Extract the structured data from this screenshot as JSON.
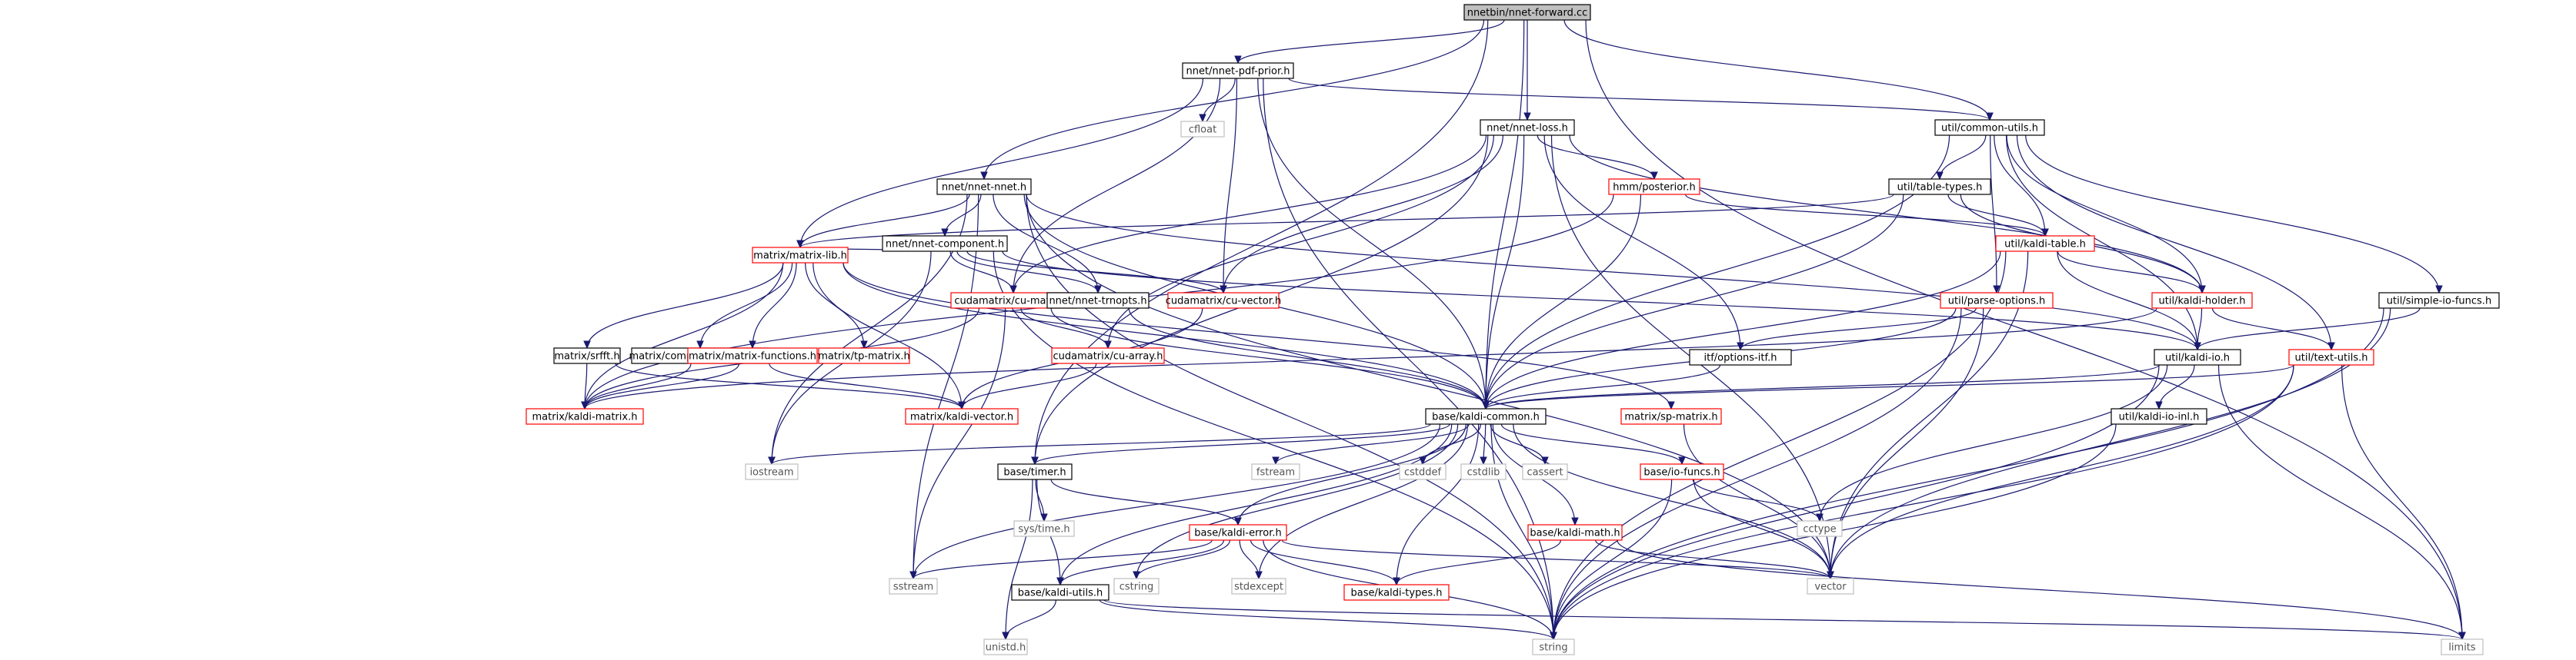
{
  "colors": {
    "edge": "#191970",
    "root_fill": "#bfbfbf",
    "doc_border": "#000000",
    "undoc_border": "#ff0000",
    "system_border": "#bfbfbf",
    "background": "#ffffff"
  },
  "nodes": [
    {
      "id": "root",
      "label": "nnetbin/nnet-forward.cc",
      "kind": "root"
    },
    {
      "id": "pdfprior",
      "label": "nnet/nnet-pdf-prior.h",
      "kind": "blk"
    },
    {
      "id": "commonutils",
      "label": "util/common-utils.h",
      "kind": "blk"
    },
    {
      "id": "nnetloss",
      "label": "nnet/nnet-loss.h",
      "kind": "blk"
    },
    {
      "id": "nnetnnet",
      "label": "nnet/nnet-nnet.h",
      "kind": "blk"
    },
    {
      "id": "cfloat",
      "label": "cfloat",
      "kind": "sys"
    },
    {
      "id": "posterior",
      "label": "hmm/posterior.h",
      "kind": "red"
    },
    {
      "id": "tabletypes",
      "label": "util/table-types.h",
      "kind": "blk"
    },
    {
      "id": "component",
      "label": "nnet/nnet-component.h",
      "kind": "blk"
    },
    {
      "id": "kalditable",
      "label": "util/kaldi-table.h",
      "kind": "red"
    },
    {
      "id": "matrixlib",
      "label": "matrix/matrix-lib.h",
      "kind": "red"
    },
    {
      "id": "cumatrix",
      "label": "cudamatrix/cu-matrix.h",
      "kind": "red"
    },
    {
      "id": "trnopts",
      "label": "nnet/nnet-trnopts.h",
      "kind": "blk"
    },
    {
      "id": "cuvector",
      "label": "cudamatrix/cu-vector.h",
      "kind": "red"
    },
    {
      "id": "parseoptions",
      "label": "util/parse-options.h",
      "kind": "red"
    },
    {
      "id": "kaldiholder",
      "label": "util/kaldi-holder.h",
      "kind": "red"
    },
    {
      "id": "simpleio",
      "label": "util/simple-io-funcs.h",
      "kind": "blk"
    },
    {
      "id": "compressed",
      "label": "matrix/compressed-matrix.h",
      "kind": "blk"
    },
    {
      "id": "srfft",
      "label": "matrix/srfft.h",
      "kind": "blk"
    },
    {
      "id": "matrixfunctions",
      "label": "matrix/matrix-functions.h",
      "kind": "red"
    },
    {
      "id": "tpmatrix",
      "label": "matrix/tp-matrix.h",
      "kind": "red"
    },
    {
      "id": "cuarray",
      "label": "cudamatrix/cu-array.h",
      "kind": "red"
    },
    {
      "id": "optionsitf",
      "label": "itf/options-itf.h",
      "kind": "blk"
    },
    {
      "id": "kaldiio",
      "label": "util/kaldi-io.h",
      "kind": "blk"
    },
    {
      "id": "textutils",
      "label": "util/text-utils.h",
      "kind": "red"
    },
    {
      "id": "kaldimatrix",
      "label": "matrix/kaldi-matrix.h",
      "kind": "red"
    },
    {
      "id": "kaldivector",
      "label": "matrix/kaldi-vector.h",
      "kind": "red"
    },
    {
      "id": "kaldicommon",
      "label": "base/kaldi-common.h",
      "kind": "blk"
    },
    {
      "id": "spmatrix",
      "label": "matrix/sp-matrix.h",
      "kind": "red"
    },
    {
      "id": "kaldiioinl",
      "label": "util/kaldi-io-inl.h",
      "kind": "blk"
    },
    {
      "id": "iostream",
      "label": "iostream",
      "kind": "sys"
    },
    {
      "id": "timer",
      "label": "base/timer.h",
      "kind": "blk"
    },
    {
      "id": "fstream",
      "label": "fstream",
      "kind": "sys"
    },
    {
      "id": "cstddef",
      "label": "cstddef",
      "kind": "sys"
    },
    {
      "id": "cstdlib",
      "label": "cstdlib",
      "kind": "sys"
    },
    {
      "id": "cassert",
      "label": "cassert",
      "kind": "sys"
    },
    {
      "id": "iofuncs",
      "label": "base/io-funcs.h",
      "kind": "red"
    },
    {
      "id": "cctype",
      "label": "cctype",
      "kind": "sys"
    },
    {
      "id": "systime",
      "label": "sys/time.h",
      "kind": "sys"
    },
    {
      "id": "kaldierror",
      "label": "base/kaldi-error.h",
      "kind": "red"
    },
    {
      "id": "kaldimath",
      "label": "base/kaldi-math.h",
      "kind": "red"
    },
    {
      "id": "sstream",
      "label": "sstream",
      "kind": "sys"
    },
    {
      "id": "cstring",
      "label": "cstring",
      "kind": "sys"
    },
    {
      "id": "stdexcept",
      "label": "stdexcept",
      "kind": "sys"
    },
    {
      "id": "kalditypes",
      "label": "base/kaldi-types.h",
      "kind": "red"
    },
    {
      "id": "vector",
      "label": "vector",
      "kind": "sys"
    },
    {
      "id": "kaldiutils",
      "label": "base/kaldi-utils.h",
      "kind": "blk"
    },
    {
      "id": "unistd",
      "label": "unistd.h",
      "kind": "sys"
    },
    {
      "id": "string",
      "label": "string",
      "kind": "sys"
    },
    {
      "id": "limits",
      "label": "limits",
      "kind": "sys"
    }
  ],
  "edges": [
    [
      "root",
      "pdfprior"
    ],
    [
      "root",
      "commonutils"
    ],
    [
      "root",
      "nnetloss"
    ],
    [
      "root",
      "nnetnnet"
    ],
    [
      "root",
      "limits"
    ],
    [
      "root",
      "timer"
    ],
    [
      "root",
      "kaldicommon"
    ],
    [
      "pdfprior",
      "cfloat"
    ],
    [
      "pdfprior",
      "commonutils"
    ],
    [
      "pdfprior",
      "matrixlib"
    ],
    [
      "pdfprior",
      "cumatrix"
    ],
    [
      "pdfprior",
      "cuvector"
    ],
    [
      "pdfprior",
      "kaldicommon"
    ],
    [
      "pdfprior",
      "string"
    ],
    [
      "commonutils",
      "tabletypes"
    ],
    [
      "commonutils",
      "kalditable"
    ],
    [
      "commonutils",
      "kaldiholder"
    ],
    [
      "commonutils",
      "parseoptions"
    ],
    [
      "commonutils",
      "simpleio"
    ],
    [
      "commonutils",
      "kaldiio"
    ],
    [
      "commonutils",
      "textutils"
    ],
    [
      "commonutils",
      "kaldicommon"
    ],
    [
      "nnetloss",
      "posterior"
    ],
    [
      "nnetloss",
      "kaldiholder"
    ],
    [
      "nnetloss",
      "cumatrix"
    ],
    [
      "nnetloss",
      "cuvector"
    ],
    [
      "nnetloss",
      "cuarray"
    ],
    [
      "nnetloss",
      "optionsitf"
    ],
    [
      "nnetloss",
      "kaldicommon"
    ],
    [
      "nnetloss",
      "timer"
    ],
    [
      "nnetloss",
      "vector"
    ],
    [
      "nnetnnet",
      "component"
    ],
    [
      "nnetnnet",
      "matrixlib"
    ],
    [
      "nnetnnet",
      "trnopts"
    ],
    [
      "nnetnnet",
      "kaldiio"
    ],
    [
      "nnetnnet",
      "iostream"
    ],
    [
      "nnetnnet",
      "sstream"
    ],
    [
      "nnetnnet",
      "string"
    ],
    [
      "nnetnnet",
      "vector"
    ],
    [
      "nnetnnet",
      "kaldicommon"
    ],
    [
      "posterior",
      "kalditable"
    ],
    [
      "posterior",
      "kaldicommon"
    ],
    [
      "posterior",
      "kaldimatrix"
    ],
    [
      "tabletypes",
      "kalditable"
    ],
    [
      "tabletypes",
      "kaldiholder"
    ],
    [
      "tabletypes",
      "matrixlib"
    ],
    [
      "tabletypes",
      "kaldicommon"
    ],
    [
      "component",
      "matrixlib"
    ],
    [
      "component",
      "cumatrix"
    ],
    [
      "component",
      "cuvector"
    ],
    [
      "component",
      "trnopts"
    ],
    [
      "component",
      "kaldiio"
    ],
    [
      "component",
      "iostream"
    ],
    [
      "component",
      "string"
    ],
    [
      "kalditable",
      "kaldiholder"
    ],
    [
      "kalditable",
      "kaldiio"
    ],
    [
      "kalditable",
      "string"
    ],
    [
      "kalditable",
      "vector"
    ],
    [
      "kalditable",
      "kaldicommon"
    ],
    [
      "matrixlib",
      "compressed"
    ],
    [
      "matrixlib",
      "srfft"
    ],
    [
      "matrixlib",
      "matrixfunctions"
    ],
    [
      "matrixlib",
      "tpmatrix"
    ],
    [
      "matrixlib",
      "kaldimatrix"
    ],
    [
      "matrixlib",
      "kaldivector"
    ],
    [
      "matrixlib",
      "spmatrix"
    ],
    [
      "matrixlib",
      "kaldicommon"
    ],
    [
      "cumatrix",
      "cuarray"
    ],
    [
      "cumatrix",
      "kaldimatrix"
    ],
    [
      "cumatrix",
      "kaldicommon"
    ],
    [
      "cumatrix",
      "sstream"
    ],
    [
      "trnopts",
      "kaldicommon"
    ],
    [
      "cuvector",
      "kaldivector"
    ],
    [
      "parseoptions",
      "optionsitf"
    ],
    [
      "parseoptions",
      "kaldicommon"
    ],
    [
      "parseoptions",
      "vector"
    ],
    [
      "parseoptions",
      "string"
    ],
    [
      "kaldiholder",
      "kaldiio"
    ],
    [
      "kaldiholder",
      "textutils"
    ],
    [
      "kaldiholder",
      "kaldimatrix"
    ],
    [
      "simpleio",
      "kaldiio"
    ],
    [
      "simpleio",
      "string"
    ],
    [
      "simpleio",
      "vector"
    ],
    [
      "compressed",
      "kaldimatrix"
    ],
    [
      "srfft",
      "kaldimatrix"
    ],
    [
      "srfft",
      "kaldivector"
    ],
    [
      "matrixfunctions",
      "kaldimatrix"
    ],
    [
      "matrixfunctions",
      "kaldivector"
    ],
    [
      "cuarray",
      "kaldivector"
    ],
    [
      "optionsitf",
      "kaldicommon"
    ],
    [
      "kaldiio",
      "kaldiioinl"
    ],
    [
      "kaldiio",
      "kaldicommon"
    ],
    [
      "kaldiio",
      "cctype"
    ],
    [
      "kaldiio",
      "limits"
    ],
    [
      "kaldiio",
      "string"
    ],
    [
      "textutils",
      "kaldicommon"
    ],
    [
      "textutils",
      "string"
    ],
    [
      "textutils",
      "vector"
    ],
    [
      "textutils",
      "limits"
    ],
    [
      "spmatrix",
      "vector"
    ],
    [
      "kaldiioinl",
      "string"
    ],
    [
      "kaldicommon",
      "iostream"
    ],
    [
      "kaldicommon",
      "timer"
    ],
    [
      "kaldicommon",
      "fstream"
    ],
    [
      "kaldicommon",
      "cstddef"
    ],
    [
      "kaldicommon",
      "cstdlib"
    ],
    [
      "kaldicommon",
      "cassert"
    ],
    [
      "kaldicommon",
      "iofuncs"
    ],
    [
      "kaldicommon",
      "kaldierror"
    ],
    [
      "kaldicommon",
      "kaldimath"
    ],
    [
      "kaldicommon",
      "sstream"
    ],
    [
      "kaldicommon",
      "cstring"
    ],
    [
      "kaldicommon",
      "stdexcept"
    ],
    [
      "kaldicommon",
      "kalditypes"
    ],
    [
      "kaldicommon",
      "kaldiutils"
    ],
    [
      "kaldicommon",
      "vector"
    ],
    [
      "kaldicommon",
      "string"
    ],
    [
      "timer",
      "systime"
    ],
    [
      "timer",
      "kaldierror"
    ],
    [
      "timer",
      "kaldiutils"
    ],
    [
      "timer",
      "unistd"
    ],
    [
      "iofuncs",
      "cctype"
    ],
    [
      "iofuncs",
      "vector"
    ],
    [
      "iofuncs",
      "string"
    ],
    [
      "kaldierror",
      "kalditypes"
    ],
    [
      "kaldierror",
      "kaldiutils"
    ],
    [
      "kaldierror",
      "sstream"
    ],
    [
      "kaldierror",
      "cstring"
    ],
    [
      "kaldierror",
      "stdexcept"
    ],
    [
      "kaldierror",
      "vector"
    ],
    [
      "kaldierror",
      "string"
    ],
    [
      "kaldimath",
      "kalditypes"
    ],
    [
      "kaldimath",
      "vector"
    ],
    [
      "kaldimath",
      "limits"
    ],
    [
      "kaldiutils",
      "unistd"
    ],
    [
      "kaldiutils",
      "string"
    ],
    [
      "kaldiutils",
      "limits"
    ]
  ]
}
